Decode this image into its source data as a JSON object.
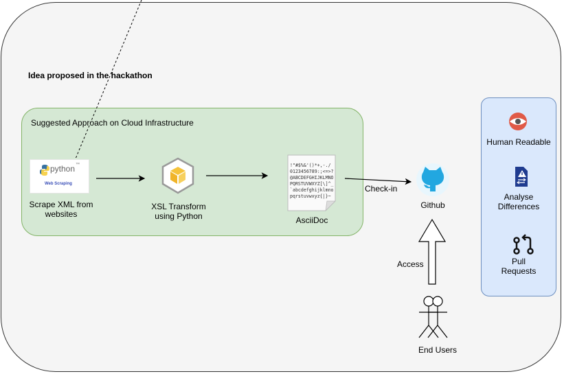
{
  "heading": "Idea proposed in the hackathon",
  "cloud_group": {
    "label": "Suggested Approach on Cloud Infrastructure"
  },
  "python_logo": {
    "wordmark": "python",
    "caption": "Web Scraping",
    "trademark": "™"
  },
  "nodes": {
    "scrape": {
      "line1": "Scrape XML from",
      "line2": "websites"
    },
    "xsl": {
      "line1": "XSL Transform",
      "line2": "using Python"
    },
    "asciidoc": {
      "label": "AsciiDoc",
      "glyph_lines": [
        "!\"#$%&'()*+,-./",
        "0123456789:;<=>?",
        "@ABCDEFGHIJKLMNO",
        "PQRSTUVWXYZ[\\]^_",
        "`abcdefghijklmno",
        "pqrstuvwxyz{|}~"
      ]
    },
    "github": {
      "label": "Github"
    },
    "users": {
      "label": "End Users"
    }
  },
  "edges": {
    "checkin": "Check-in",
    "access": "Access"
  },
  "benefits": {
    "human": {
      "label": "Human Readable",
      "icon": "eye-icon"
    },
    "analyse": {
      "line1": "Analyse",
      "line2": "Differences",
      "icon": "document-compare-icon"
    },
    "pull": {
      "line1": "Pull",
      "line2": "Requests",
      "icon": "pull-request-icon"
    }
  },
  "colors": {
    "cloud_fill": "#d5e8d4",
    "benefits_fill": "#dae8fc",
    "eye_red": "#e05a47",
    "doc_blue": "#1f3b8f"
  }
}
